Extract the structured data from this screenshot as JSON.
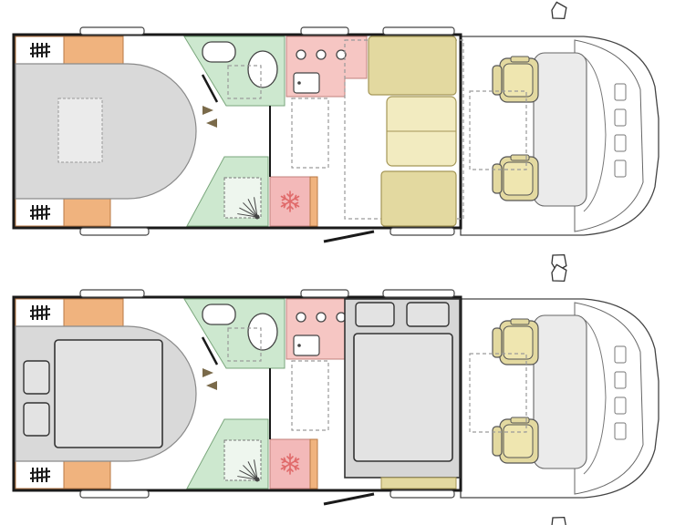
{
  "image": {
    "description_free": true
  },
  "colors": {
    "wall": "#1a1a1a",
    "outline": "#555555",
    "bed": "#d9d9d9",
    "bed_stroke": "#8a8a8a",
    "wardrobe": "#f0b37e",
    "wardrobe_stroke": "#b97a45",
    "bathroom": "#cde8cf",
    "bathroom_stroke": "#7aa67c",
    "kitchen": "#f6c6c3",
    "kitchen_stroke": "#c0807b",
    "seat": "#e3d9a0",
    "seat_light": "#f2ebc0",
    "seat_stroke": "#a49656",
    "cab": "#ebebeb",
    "dash": "#9a9a9a",
    "fridge": "#f3b9b9"
  },
  "icons": {
    "storage": "hatch-icon",
    "fridge": "snowflake-icon",
    "shower": "shower-icon",
    "step": "triangle-step-icon"
  },
  "plans": [
    {
      "id": "layout-day",
      "bed_type": "island",
      "seating": "dinette"
    },
    {
      "id": "layout-night",
      "bed_type": "island-with-pillows",
      "seating": "drop-down-bed"
    }
  ]
}
